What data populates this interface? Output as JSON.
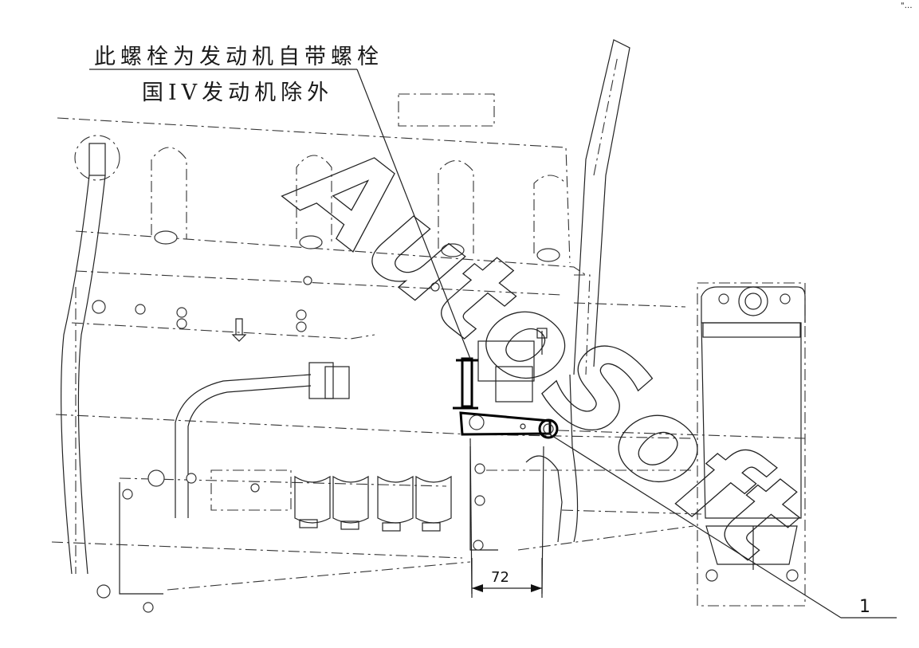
{
  "note": {
    "line1": "此螺栓为发动机自带螺栓",
    "line2": "国IV发动机除外"
  },
  "dimension": {
    "value": "72"
  },
  "callout": {
    "label": "1"
  },
  "watermark": {
    "text": "AutoSoft"
  },
  "corner_mark": {
    "text": "\"…"
  }
}
